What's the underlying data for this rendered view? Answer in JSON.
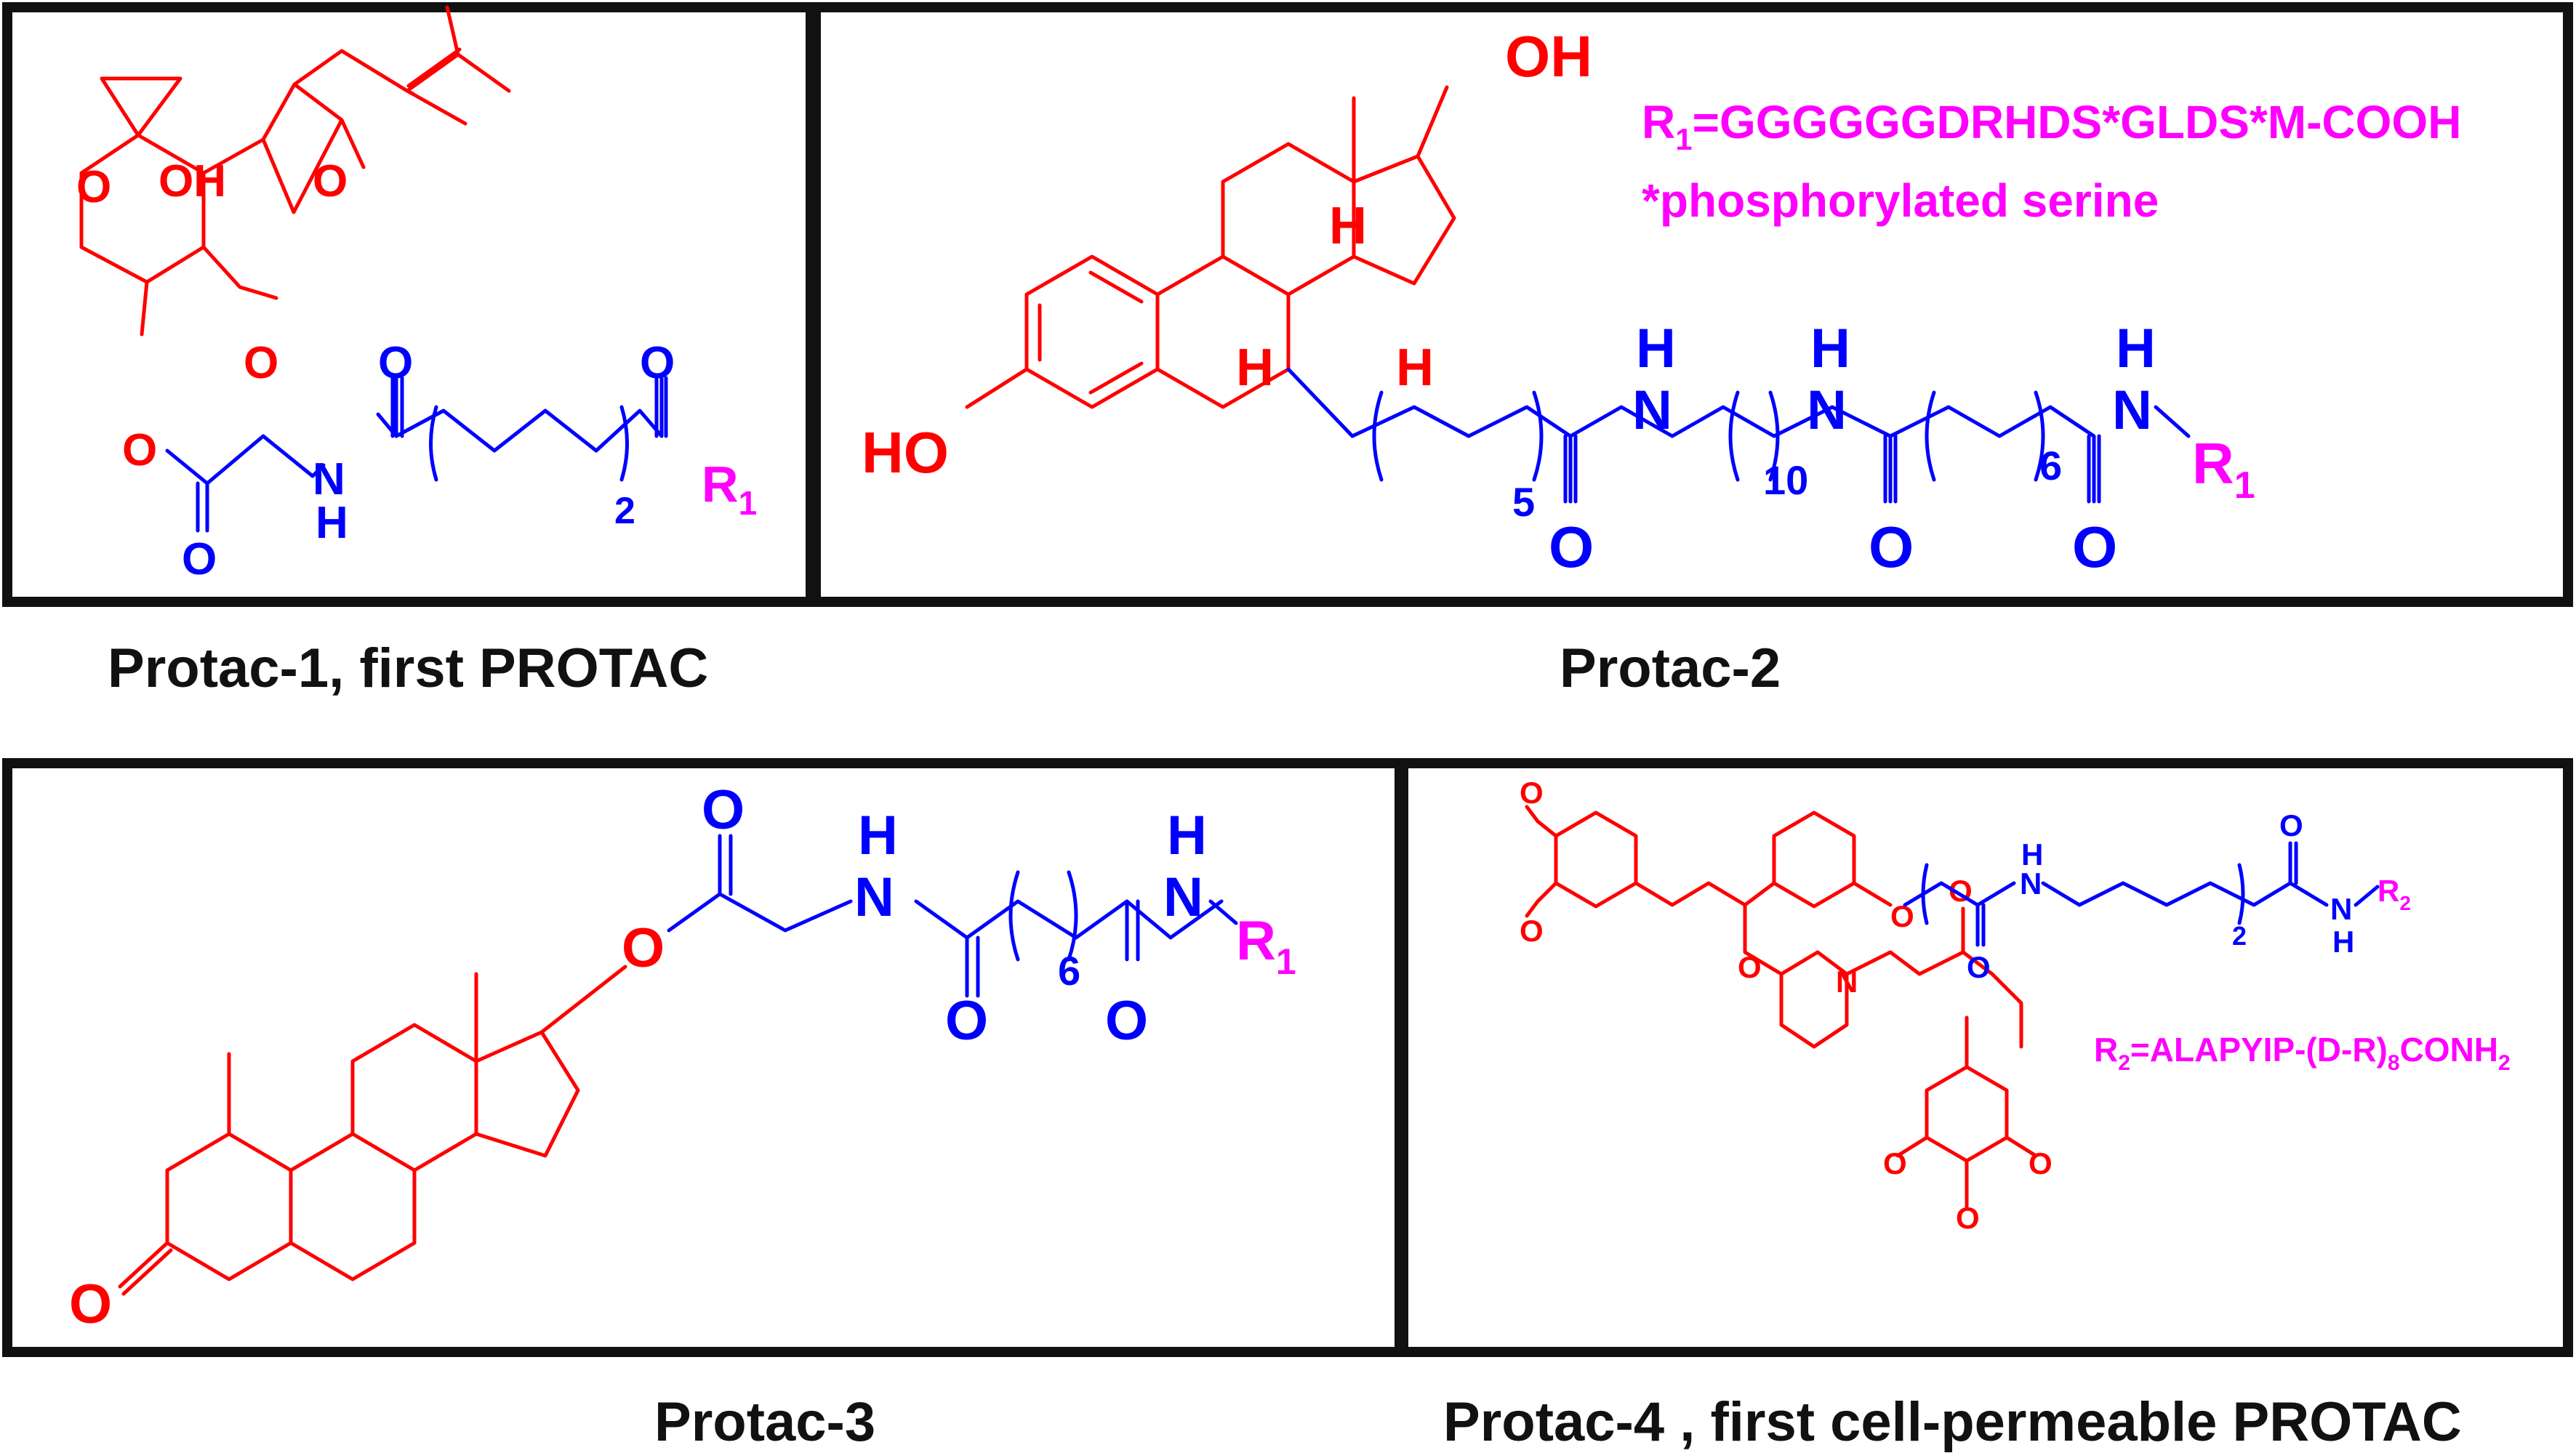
{
  "captions": {
    "p1": "Protac-1, first PROTAC",
    "p2": "Protac-2",
    "p3": "Protac-3",
    "p4": "Protac-4 , first cell-permeable PROTAC"
  },
  "r1_definition": {
    "symbol": "R",
    "sub": "1",
    "sequence": "=GGGGGGDRHDS*GLDS*M-COOH",
    "note": "*phosphorylated serine"
  },
  "r2_definition": {
    "symbol": "R",
    "sub": "2",
    "seq_a": "=ALAPYIP-(D-R)",
    "seq_sub": "8",
    "seq_b": "CONH",
    "seq_sub2": "2"
  },
  "atoms": {
    "o": "O",
    "oh": "OH",
    "ho": "HO",
    "h": "H",
    "n": "N",
    "r": "R",
    "r1_sub": "1",
    "r2_sub": "2"
  },
  "repeat_counts": {
    "p1_chain": "2",
    "p2_a": "5",
    "p2_b": "10",
    "p2_c": "6",
    "p3_chain": "6",
    "p4_chain": "2"
  },
  "colors": {
    "ligand": "#ff0000",
    "linker": "#0000ff",
    "substituent": "#ff00ff",
    "frame": "#111111"
  }
}
